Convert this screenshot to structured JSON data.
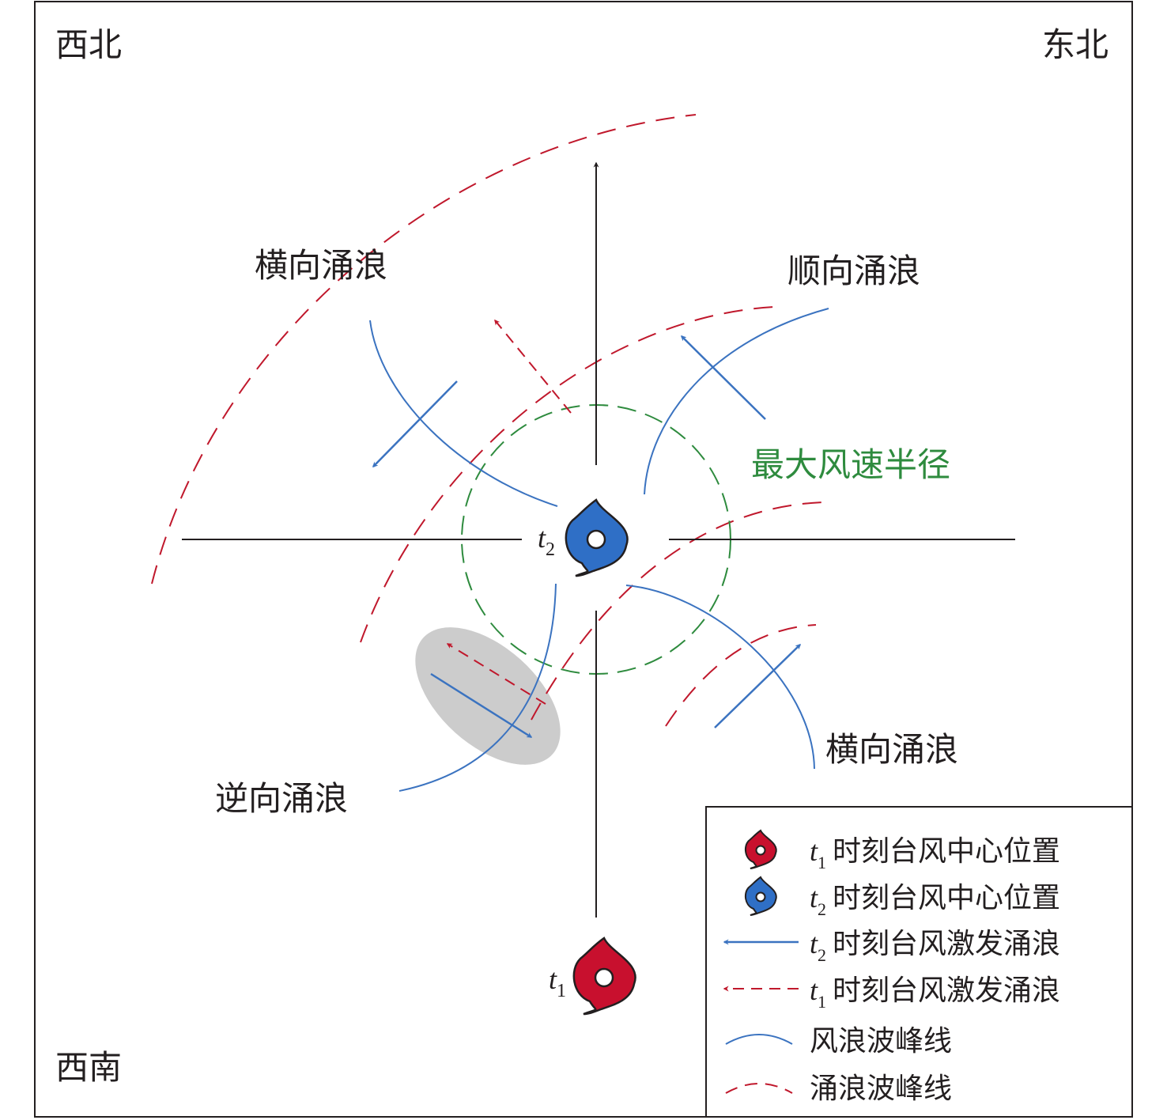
{
  "corners": {
    "northwest": "西北",
    "northeast": "东北",
    "southwest": "西南"
  },
  "labels": {
    "cross_swell_upper": "横向涌浪",
    "following_swell": "顺向涌浪",
    "rmw": "最大风速半径",
    "cross_swell_lower": "横向涌浪",
    "opposing_swell": "逆向涌浪"
  },
  "markers": {
    "t2": {
      "letter": "t",
      "sub": "2"
    },
    "t1": {
      "letter": "t",
      "sub": "1"
    }
  },
  "legend": {
    "items": [
      {
        "t": "t",
        "sub": "1",
        "text": "时刻台风中心位置"
      },
      {
        "t": "t",
        "sub": "2",
        "text": "时刻台风中心位置"
      },
      {
        "t": "t",
        "sub": "2",
        "text": "时刻台风激发涌浪"
      },
      {
        "t": "t",
        "sub": "1",
        "text": "时刻台风激发涌浪"
      },
      {
        "text": "风浪波峰线"
      },
      {
        "text": "涌浪波峰线"
      }
    ]
  },
  "colors": {
    "wind_wave": "#3b73c0",
    "swell": "#c0182c",
    "rmw": "#2e8b3e",
    "axis": "#231f20",
    "shade": "#cccccc",
    "typhoon_t1": "#c8102e",
    "typhoon_t2": "#2f6fc6"
  },
  "icons": {
    "t1_center": "typhoon-red-icon",
    "t2_center": "typhoon-blue-icon",
    "north_arrow": "arrow-up-icon"
  }
}
